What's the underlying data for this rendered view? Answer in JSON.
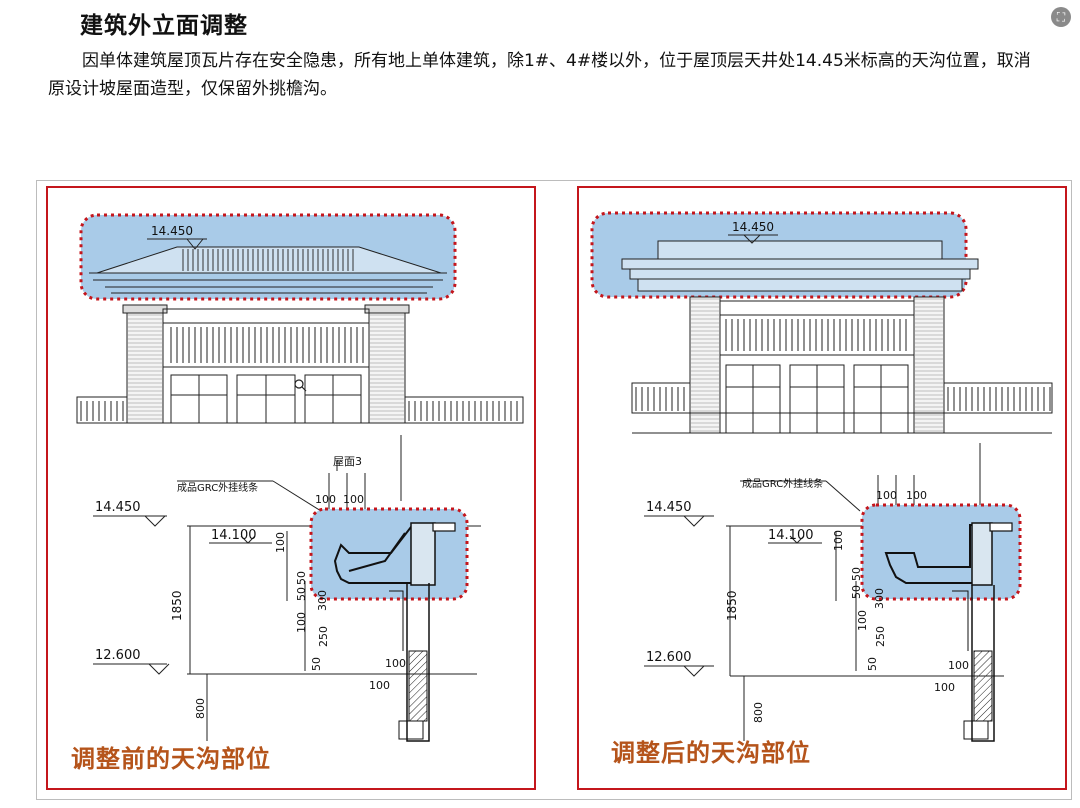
{
  "header": {
    "title": "建筑外立面调整",
    "paragraph": "因单体建筑屋顶瓦片存在安全隐患，所有地上单体建筑，除1#、4#楼以外，位于屋顶层天井处14.45米标高的天沟位置，取消原设计坡屋面造型，仅保留外挑檐沟。"
  },
  "colors": {
    "highlight_fill": "#a9cbe8",
    "highlight_stroke": "#c4161c",
    "frame": "#c4161c",
    "caption": "#b5541b"
  },
  "panels": [
    {
      "caption": "调整前的天沟部位",
      "elev_top": "14.450",
      "elev_upper": "14.450",
      "elev_mid": "14.100",
      "elev_low": "12.600",
      "roof_label": "屋面3",
      "grc_label": "成品GRC外挂线条",
      "dim_100a": "100",
      "dim_100b": "100",
      "dim_1850": "1850",
      "dim_800": "800",
      "dim_100_v": "100",
      "dim_50a": "50",
      "dim_50b": "50",
      "dim_300": "300",
      "dim_100_v2": "100",
      "dim_250": "250",
      "dim_50c": "50",
      "dim_100_h1": "100",
      "dim_100_h2": "100"
    },
    {
      "caption": "调整后的天沟部位",
      "elev_top": "14.450",
      "elev_upper": "14.450",
      "elev_mid": "14.100",
      "elev_low": "12.600",
      "grc_label": "成品GRC外挂线条",
      "dim_100a": "100",
      "dim_100b": "100",
      "dim_1850": "1850",
      "dim_800": "800",
      "dim_100_v": "100",
      "dim_50a": "50",
      "dim_50b": "50",
      "dim_300": "300",
      "dim_100_v2": "100",
      "dim_250": "250",
      "dim_50c": "50",
      "dim_100_h1": "100",
      "dim_100_h2": "100"
    }
  ]
}
